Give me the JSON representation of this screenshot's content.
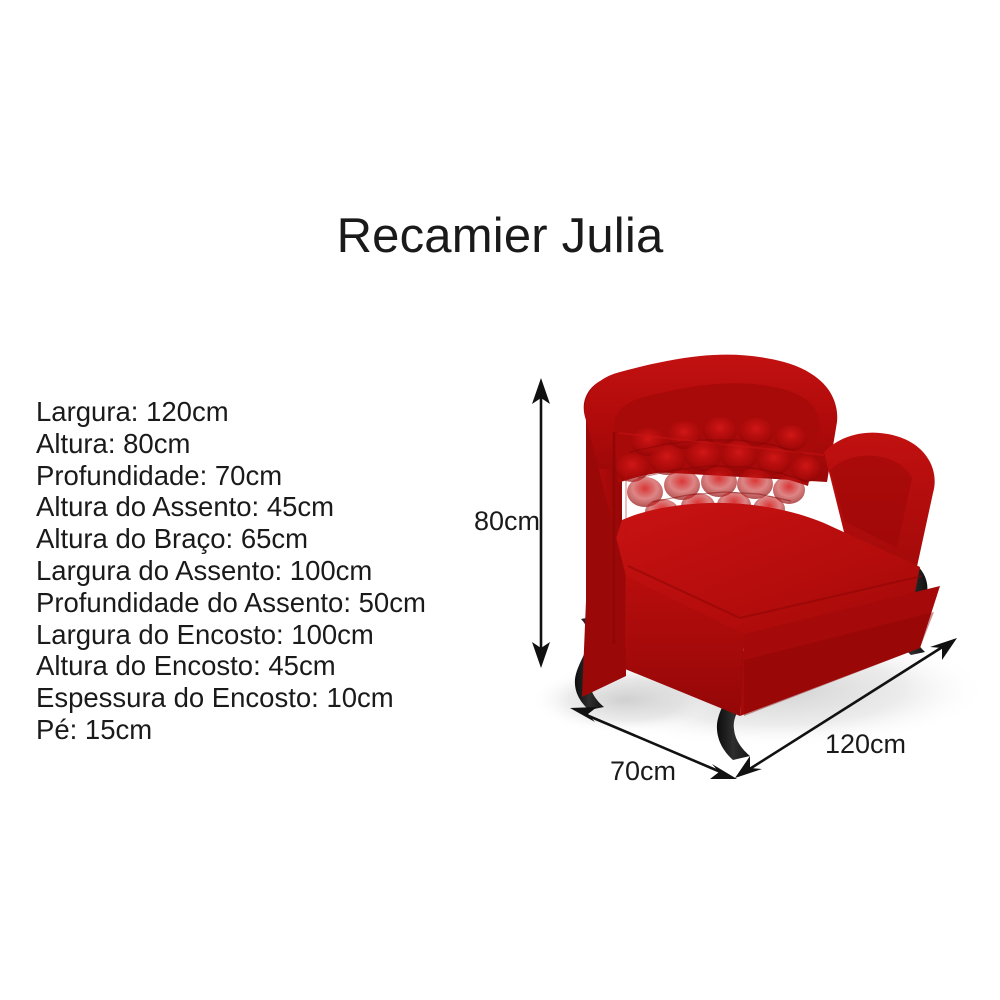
{
  "page": {
    "background_color": "#ffffff",
    "text_color": "#1a1a1a"
  },
  "header": {
    "title": "Recamier Julia"
  },
  "specifications": {
    "items": [
      "Largura: 120cm",
      "Altura: 80cm",
      "Profundidade: 70cm",
      "Altura do Assento: 45cm",
      "Altura do Braço: 65cm",
      "Largura do Assento: 100cm",
      "Profundidade do Assento: 50cm",
      "Largura do Encosto: 100cm",
      "Altura do Encosto: 45cm",
      "Espessura do Encosto: 10cm",
      "Pé: 15cm"
    ]
  },
  "dimensions": {
    "height": "80cm",
    "depth": "70cm",
    "width": "120cm"
  },
  "product": {
    "name": "Recamier Julia",
    "upholstery_color": "#b00a0a",
    "upholstery_shadow_color": "#8e0606",
    "upholstery_highlight_color": "#d01414",
    "leg_color": "#1c1c1c",
    "floor_shadow_color": "#e2e2e2"
  }
}
